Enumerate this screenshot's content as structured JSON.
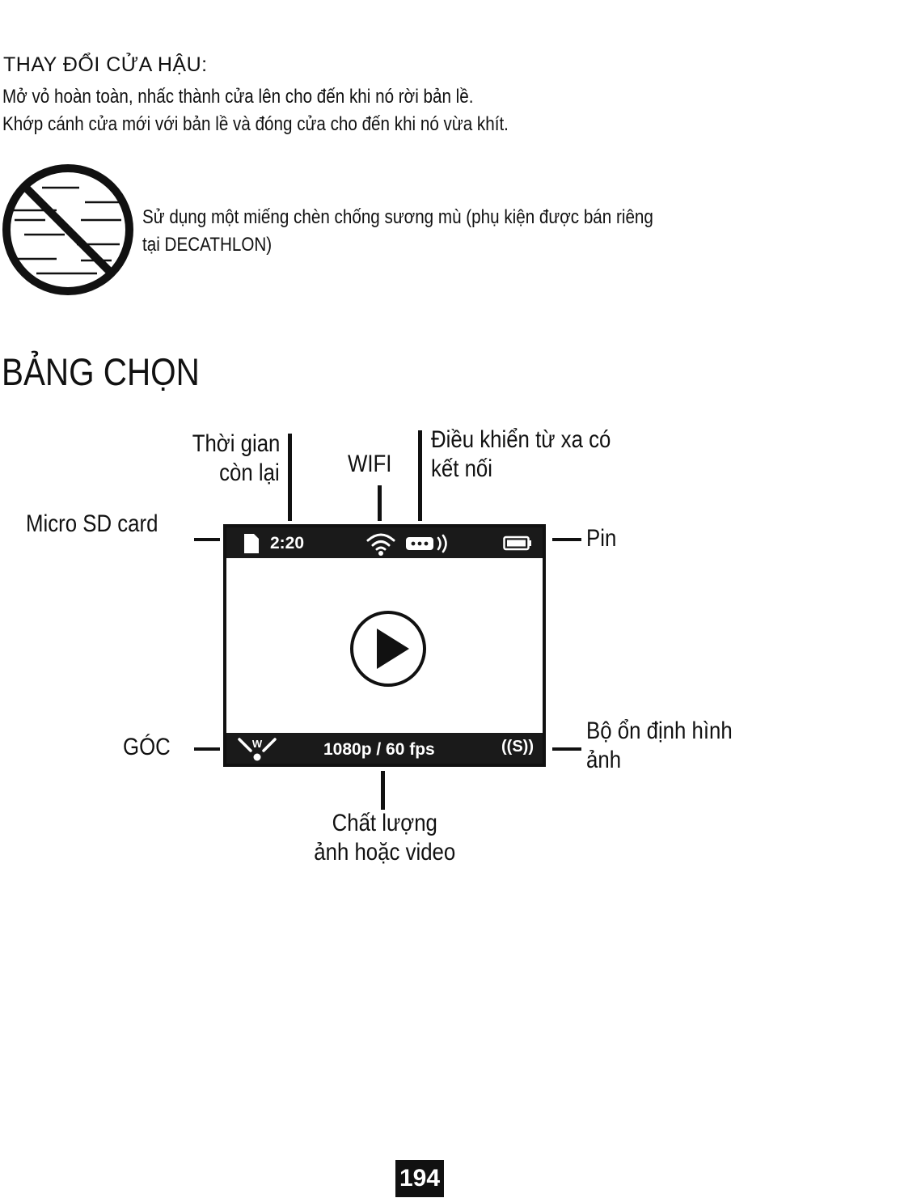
{
  "section": {
    "title": "THAY ĐỔI CỬA HẬU:",
    "line1": "Mở vỏ hoàn toàn, nhấc thành cửa lên cho đến khi nó rời bản lề.",
    "line2": "Khớp cánh cửa mới với bản lề và đóng cửa cho đến khi nó vừa khít."
  },
  "antifog": {
    "icon": "no-fog-icon",
    "note_line1": "Sử dụng một miếng chèn chống sương mù (phụ kiện được bán riêng",
    "note_line2": "tại DECATHLON)"
  },
  "menu": {
    "heading": "BẢNG CHỌN",
    "labels": {
      "time_left_line1": "Thời gian",
      "time_left_line2": "còn lại",
      "wifi": "WIFI",
      "remote_line1": "Điều khiển từ xa có",
      "remote_line2": "kết nối",
      "sd_card": "Micro SD card",
      "battery": "Pin",
      "angle": "GÓC",
      "stabilizer_line1": "Bộ ổn định hình",
      "stabilizer_line2": "ảnh",
      "quality_line1": "Chất lượng",
      "quality_line2": "ảnh hoặc video"
    },
    "screen": {
      "time": "2:20",
      "resolution": "1080p / 60 fps",
      "stabilizer_badge": "((S))",
      "angle_badge": "W",
      "icons": [
        "sd-card-icon",
        "wifi-icon",
        "remote-icon",
        "battery-icon",
        "wide-angle-icon",
        "play-icon"
      ]
    }
  },
  "page_number": "194"
}
